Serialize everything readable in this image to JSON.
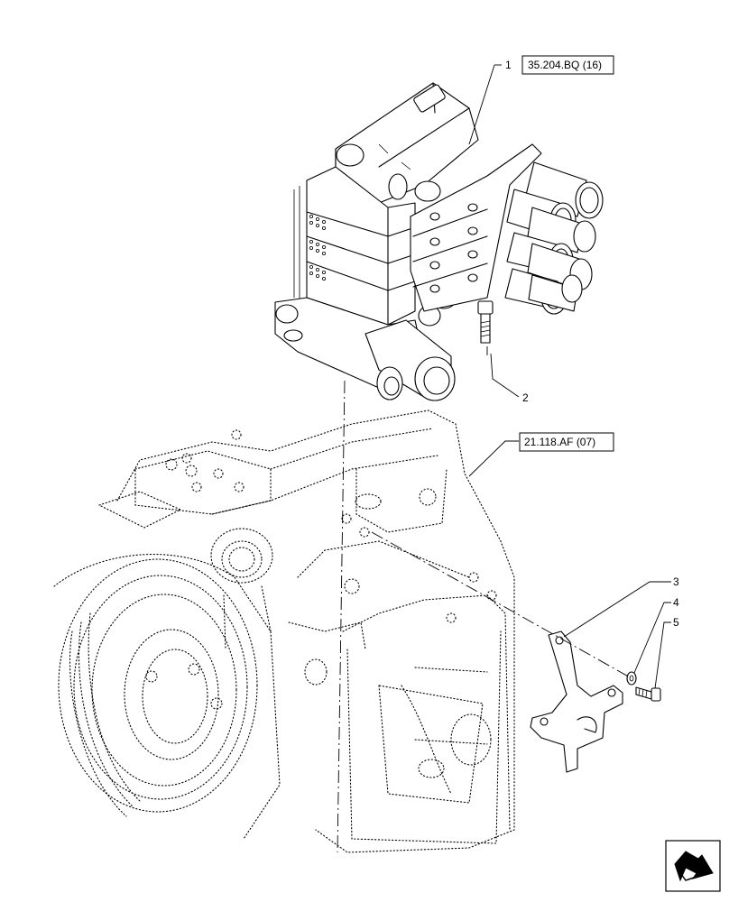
{
  "callouts": [
    {
      "number": "1",
      "reference": "35.204.BQ (16)"
    },
    {
      "number": "2",
      "reference": ""
    },
    {
      "number": "3",
      "reference": ""
    },
    {
      "number": "4",
      "reference": ""
    },
    {
      "number": "5",
      "reference": ""
    }
  ],
  "references": {
    "housing": "21.118.AF (07)"
  },
  "icons": {
    "nav": "next-page-arrow-icon"
  }
}
